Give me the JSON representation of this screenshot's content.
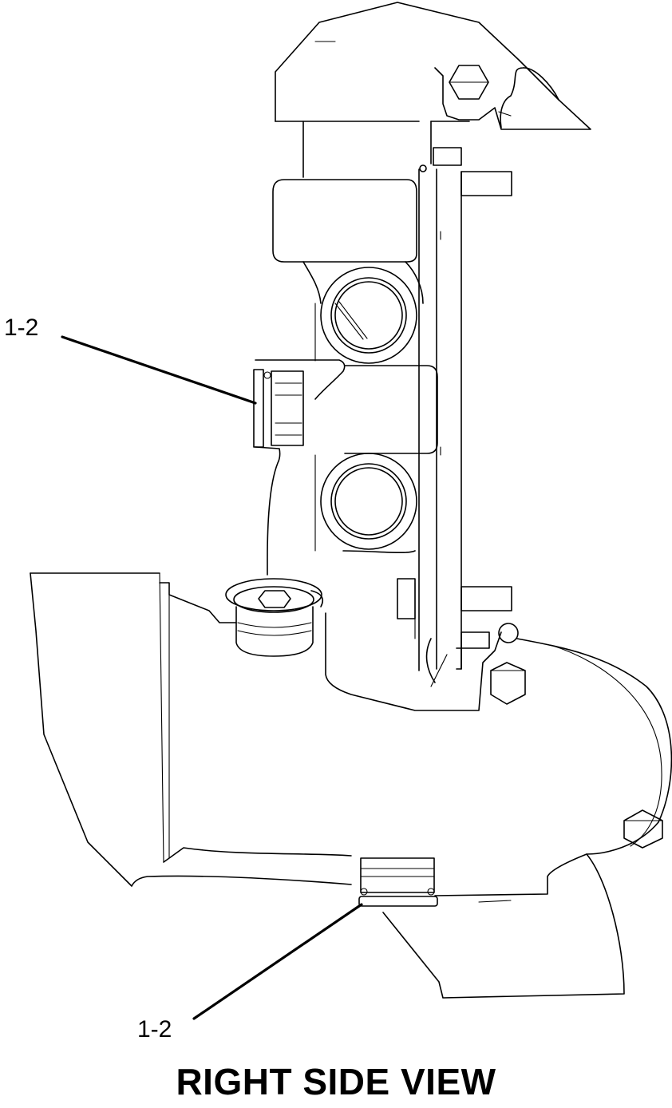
{
  "callouts": [
    {
      "id": "upper",
      "label": "1-2"
    },
    {
      "id": "lower",
      "label": "1-2"
    }
  ],
  "caption": "RIGHT SIDE VIEW",
  "colors": {
    "line": "#000000",
    "background": "#ffffff"
  }
}
